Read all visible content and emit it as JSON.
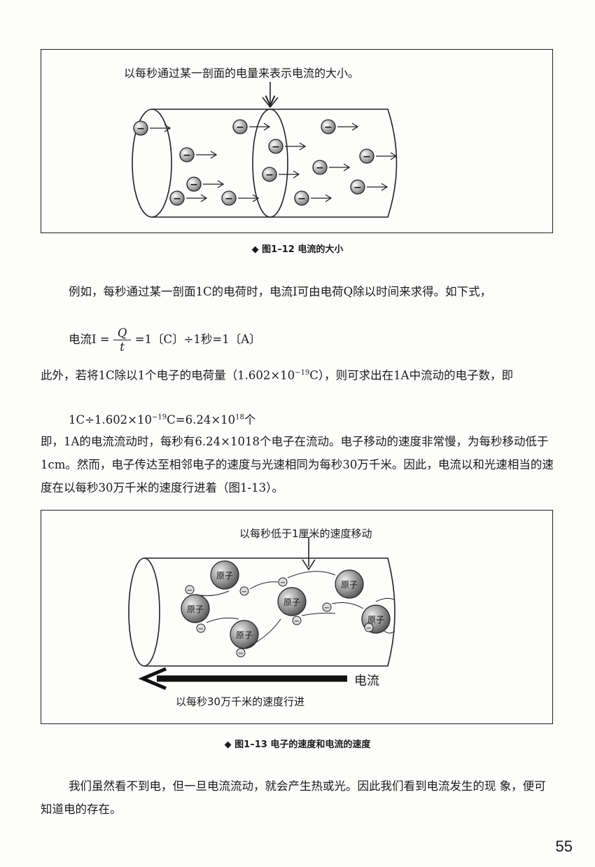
{
  "figure1": {
    "label": "以每秒通过某一剖面的电量来表示电流的大小。",
    "electron_symbol": "−",
    "caption": "◆ 图1–12  电流的大小"
  },
  "paragraph1": "例如，每秒通过某一剖面1C的电荷时，电流I可由电荷Q除以时间来求得。如下式，",
  "equation1": {
    "prefix": "电流I =",
    "numerator": "Q",
    "denominator": "t",
    "suffix": "=1〔C〕÷1秒=1〔A〕"
  },
  "paragraph2": {
    "before": "此外，若将1C除以1个电子的电荷量（1.602×10",
    "sup": "−19",
    "after": "C），则可求出在1A中流动的电子数，即"
  },
  "equation2": {
    "part1": "1C÷1.602×10",
    "sup1": "−19",
    "part2": "C=6.24×10",
    "sup2": "18",
    "part3": "个"
  },
  "paragraph3": "即，1A的电流流动时，每秒有6.24×1018个电子在流动。电子移动的速度非常慢，为每秒移动低于1cm。然而，电子传达至相邻电子的速度与光速相同为每秒30万千米。因此，电流以和光速相当的速度在以每秒30万千米的速度行进着（图1-13）。",
  "figure2": {
    "top_label": "以每秒低于1厘米的速度移动",
    "atom_label": "原子",
    "electron_symbol": "−",
    "current_label": "电流",
    "bottom_label": "以每秒30万千米的速度行进",
    "caption": "◆ 图1–13  电子的速度和电流的速度"
  },
  "paragraph4": "我们虽然看不到电，但一旦电流流动，就会产生热或光。因此我们看到电流发生的现 象，便可知道电的存在。",
  "page_number": "55"
}
